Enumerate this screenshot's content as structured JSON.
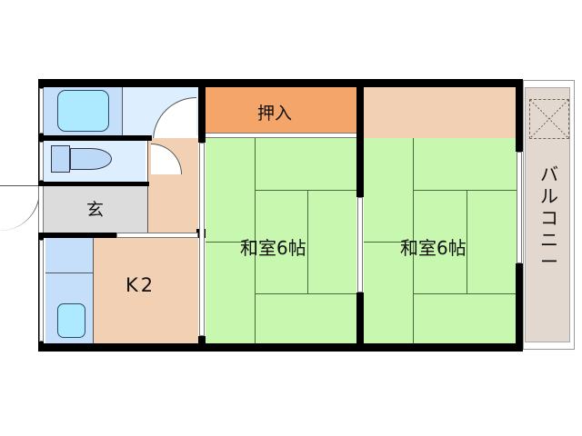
{
  "floorplan": {
    "rooms": {
      "bath": {
        "label": "",
        "color": "#c5defa",
        "tub_color": "#aeeaff"
      },
      "toilet": {
        "label": "",
        "color": "#ddeeff",
        "fixture_color": "#bcd9f7"
      },
      "entrance": {
        "label": "玄",
        "color": "#dcdcdc"
      },
      "corridor": {
        "label": "",
        "color": "#f2d0b3"
      },
      "kitchen": {
        "label": "K2",
        "color": "#f2d0b3"
      },
      "kitchen_counter": {
        "label": "",
        "color": "#c5defa",
        "sink_color": "#aeeaff"
      },
      "closet": {
        "label": "押入",
        "color": "#f3a56a"
      },
      "washitsu_left": {
        "label": "和室6帖",
        "color": "#c8f7b0"
      },
      "washitsu_right": {
        "label": "和室6帖",
        "color": "#c8f7b0"
      },
      "alcove": {
        "label": "",
        "color": "#f2d0b3"
      },
      "balcony": {
        "label": "バルコニー",
        "color": "#e2d8d0"
      }
    },
    "fixtures": {
      "aircon_box": {
        "label": "",
        "style": "dashed-x"
      }
    }
  }
}
